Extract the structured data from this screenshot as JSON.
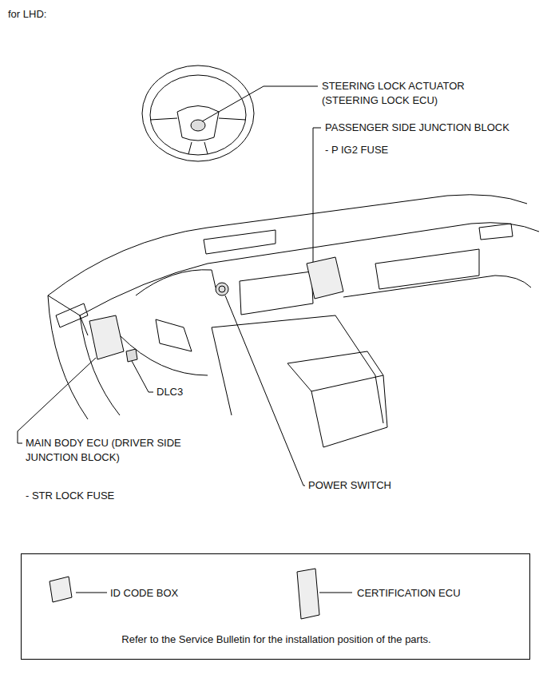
{
  "diagram": {
    "title": "for LHD:",
    "nodes": [
      {
        "text": [
          "ID CODE BOX",
          "CERTIFICATION ECU",
          "Refer to the Service Bulletin for the installation position of the parts."
        ]
      }
    ],
    "labels": [
      "STEERING LOCK ACTUATOR (STEERING LOCK ECU)",
      "PASSENGER SIDE JUNCTION BLOCK",
      "- P IG2 FUSE",
      "DLC3",
      "MAIN BODY ECU (DRIVER SIDE JUNCTION BLOCK)",
      "- STR LOCK FUSE",
      "POWER SWITCH"
    ]
  }
}
